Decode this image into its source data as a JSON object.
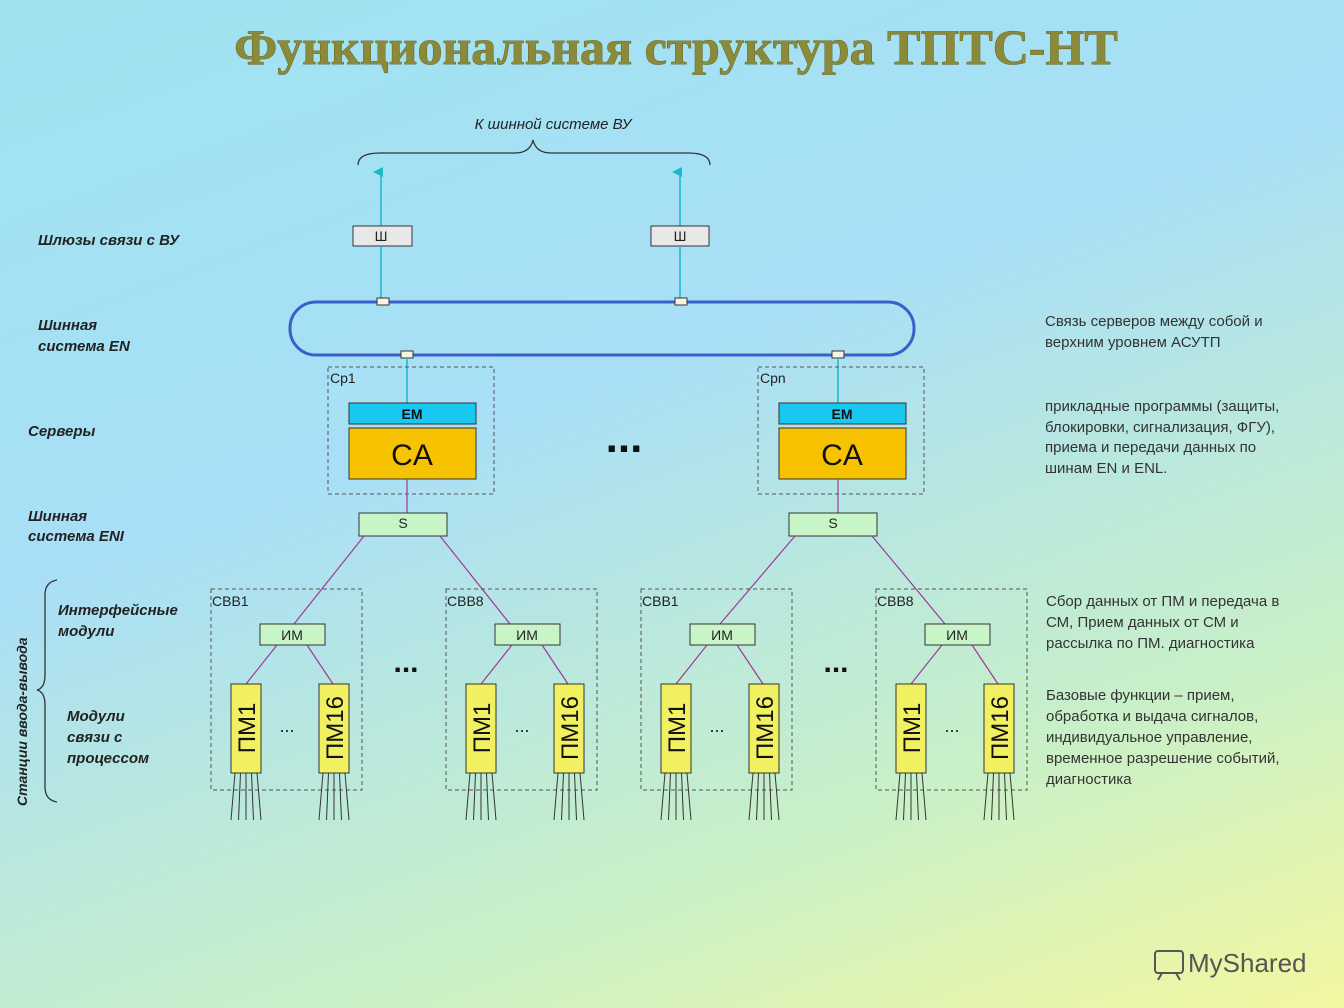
{
  "title": "Функциональная структура ТПТС-НТ",
  "top_label": "К шинной системе ВУ",
  "gateway_label": "Ш",
  "left_labels": {
    "gateways": "Шлюзы связи с ВУ",
    "bus_en_1": "Шинная",
    "bus_en_2": "система EN",
    "servers": "Серверы",
    "bus_eni_1": "Шинная",
    "bus_eni_2": "система ENI",
    "interface_1": "Интерфейсные",
    "interface_2": "модули",
    "process_1": "Модули",
    "process_2": "связи с",
    "process_3": "процессом",
    "stations_vertical": "Станции ввода-вывода"
  },
  "servers": [
    {
      "name": "Ср1",
      "em": "EM",
      "ca": "CA",
      "switch": "S"
    },
    {
      "name": "Срn",
      "em": "EM",
      "ca": "CA",
      "switch": "S"
    }
  ],
  "stations": [
    {
      "name": "СВВ1",
      "im": "ИМ",
      "pm_first": "ПМ1",
      "pm_last": "ПМ16"
    },
    {
      "name": "СВВ8",
      "im": "ИМ",
      "pm_first": "ПМ1",
      "pm_last": "ПМ16"
    },
    {
      "name": "СВВ1",
      "im": "ИМ",
      "pm_first": "ПМ1",
      "pm_last": "ПМ16"
    },
    {
      "name": "СВВ8",
      "im": "ИМ",
      "pm_first": "ПМ1",
      "pm_last": "ПМ16"
    }
  ],
  "ellipsis": {
    "servers": "...",
    "stations": "...",
    "pm": "..."
  },
  "descriptions": {
    "bus": [
      "Связь серверов между собой и",
      "верхним уровнем АСУТП"
    ],
    "servers": [
      "прикладные программы (защиты,",
      "блокировки, сигнализация, ФГУ),",
      "приема и передачи данных по",
      "шинам EN и ENL."
    ],
    "interface": [
      "Сбор данных от ПМ и передача в",
      "СМ, Прием данных от СМ и",
      "рассылка по ПМ. диагностика"
    ],
    "process": [
      "Базовые функции – прием,",
      "обработка  и выдача сигналов,",
      "индивидуальное управление,",
      "временное разрешение событий,",
      "диагностика"
    ]
  },
  "watermark": "MyShared",
  "colors": {
    "bus_ring": "#3a5fc8",
    "em_fill": "#19c8f0",
    "ca_fill": "#f7c200",
    "pm_fill": "#f0f060",
    "switch_fill": "#c8f5c8",
    "link_cyan": "#1ab8c8",
    "link_magenta": "#a03a9a",
    "title": "#8a8a3a"
  }
}
